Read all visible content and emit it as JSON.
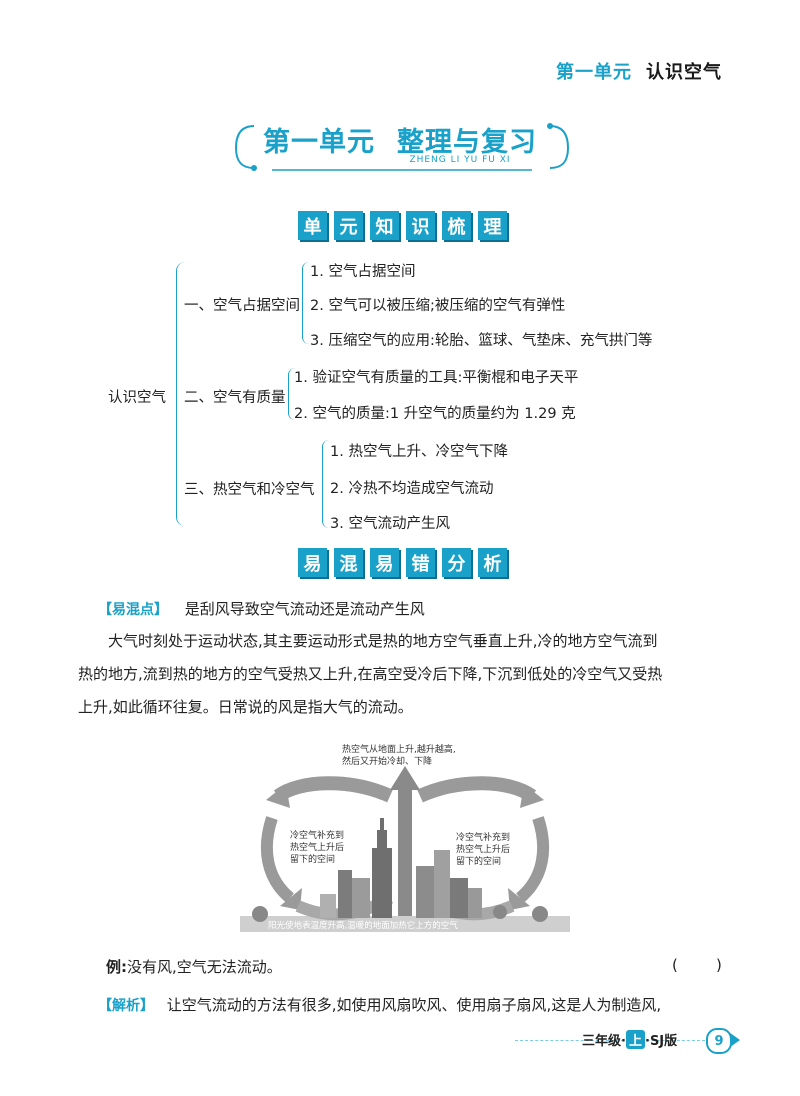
{
  "header": {
    "unit": "第一单元",
    "topic": "认识空气"
  },
  "title": {
    "main_unit": "第一单元",
    "main_topic": "整理与复习",
    "pinyin": "ZHENG LI YU FU XI"
  },
  "section1": {
    "chars": [
      "单",
      "元",
      "知",
      "识",
      "梳",
      "理"
    ]
  },
  "tree": {
    "root": "认识空气",
    "branches": [
      {
        "label": "一、空气占据空间",
        "items": [
          "1. 空气占据空间",
          "2. 空气可以被压缩;被压缩的空气有弹性",
          "3. 压缩空气的应用:轮胎、篮球、气垫床、充气拱门等"
        ]
      },
      {
        "label": "二、空气有质量",
        "items": [
          "1. 验证空气有质量的工具:平衡棍和电子天平",
          "2. 空气的质量:1 升空气的质量约为 1.29 克"
        ]
      },
      {
        "label": "三、热空气和冷空气",
        "items": [
          "1. 热空气上升、冷空气下降",
          "2. 冷热不均造成空气流动",
          "3. 空气流动产生风"
        ]
      }
    ]
  },
  "section2": {
    "chars": [
      "易",
      "混",
      "易",
      "错",
      "分",
      "析"
    ]
  },
  "confusion": {
    "tag": "【易混点】",
    "question": "是刮风导致空气流动还是流动产生风",
    "para_lines": [
      "大气时刻处于运动状态,其主要运动形式是热的地方空气垂直上升,冷的地方空气流到",
      "热的地方,流到热的地方的空气受热又上升,在高空受冷后下降,下沉到低处的冷空气又受热",
      "上升,如此循环往复。日常说的风是指大气的流动。"
    ]
  },
  "diagram": {
    "top_label_1": "热空气从地面上升,越升越高,",
    "top_label_2": "然后又开始冷却、下降",
    "left_label": [
      "冷空气补充到",
      "热空气上升后",
      "留下的空间"
    ],
    "right_label": [
      "冷空气补充到",
      "热空气上升后",
      "留下的空间"
    ],
    "bottom_label": "阳光使地表温度升高,温暖的地面加热它上方的空气"
  },
  "example": {
    "label": "例:",
    "text": "没有风,空气无法流动。",
    "bracket": "(        )"
  },
  "analysis": {
    "tag": "【解析】",
    "text": "让空气流动的方法有很多,如使用风扇吹风、使用扇子扇风,这是人为制造风,"
  },
  "footer": {
    "grade": "三年级",
    "volume": "上",
    "edition": "SJ版",
    "page": "9"
  },
  "colors": {
    "accent": "#1aa1c9"
  }
}
